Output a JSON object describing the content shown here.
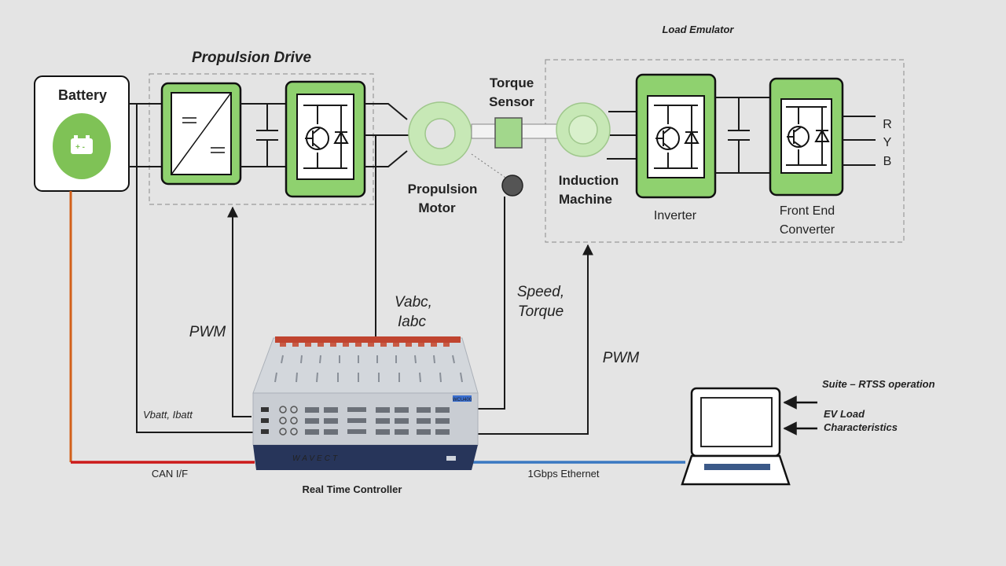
{
  "labels": {
    "battery": "Battery",
    "propulsion_drive": "Propulsion Drive",
    "load_emulator": "Load Emulator",
    "torque_sensor_l1": "Torque",
    "torque_sensor_l2": "Sensor",
    "propulsion_motor_l1": "Propulsion",
    "propulsion_motor_l2": "Motor",
    "induction_machine_l1": "Induction",
    "induction_machine_l2": "Machine",
    "inverter": "Inverter",
    "front_end_l1": "Front End",
    "front_end_l2": "Converter",
    "phase_r": "R",
    "phase_y": "Y",
    "phase_b": "B",
    "pwm_left": "PWM",
    "pwm_right": "PWM",
    "vabc": "Vabc,",
    "iabc": "Iabc",
    "speed": "Speed,",
    "torque": "Torque",
    "vbatt": "Vbatt, Ibatt",
    "can_if": "CAN I/F",
    "ethernet": "1Gbps Ethernet",
    "rtc": "Real Time Controller",
    "suite": "Suite – RTSS operation",
    "ev_load_l1": "EV Load",
    "ev_load_l2": "Characteristics",
    "brand": "WAVECT",
    "model": "WCU400"
  },
  "colors": {
    "background": "#e4e4e4",
    "block_green": "#8fd16f",
    "ring_green": "#c7e8b6",
    "can_wire": "#cc1a1a",
    "battery_wire": "#d2601a",
    "ethernet_wire": "#3a78c2",
    "controller_body": "#c9cdd3",
    "controller_base": "#27355a"
  }
}
